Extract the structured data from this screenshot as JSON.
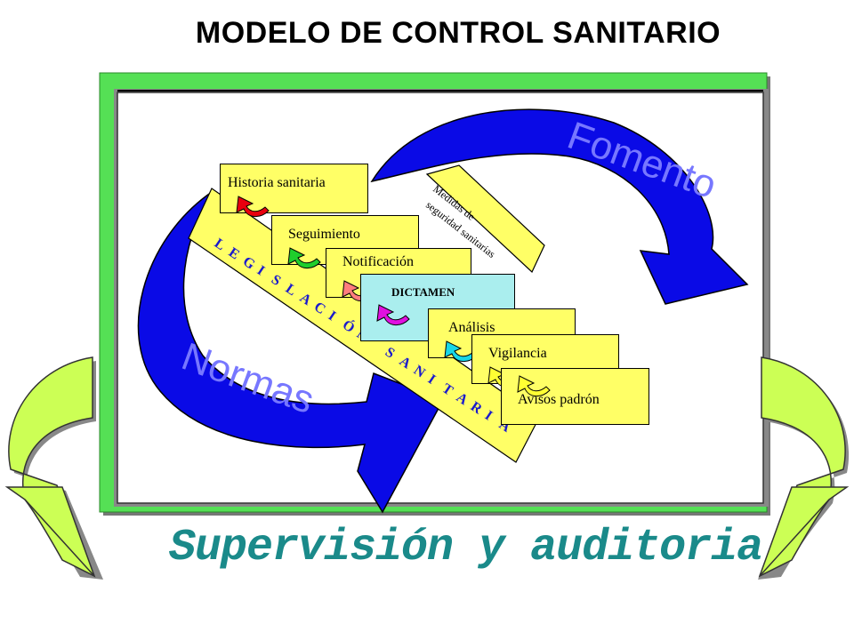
{
  "title": "MODELO DE CONTROL SANITARIO",
  "subtitle": "Supervisión y auditoria",
  "cycle_labels": {
    "fomento": "Fomento",
    "normas": "Normas"
  },
  "band_text": "LEGISLACIÓN SANITARIA",
  "medidas": [
    "Medidas de",
    "seguridad sanitarias"
  ],
  "steps": [
    {
      "label": "Historia sanitaria",
      "arrow_color": "#e8000e"
    },
    {
      "label": "Seguimiento",
      "arrow_color": "#1fce2c"
    },
    {
      "label": "Notificación",
      "arrow_color": "#ff7d7d"
    },
    {
      "label": "DICTAMEN",
      "arrow_color": "#e010e0"
    },
    {
      "label": "Análisis",
      "arrow_color": "#18d6e6"
    },
    {
      "label": "Vigilancia",
      "arrow_color": "#ffff33"
    },
    {
      "label": "Avisos padrón",
      "arrow_color": "#ffff33"
    }
  ],
  "colors": {
    "frame_green": "#55e055",
    "cycle_blue": "#0a0ae6",
    "band_yellow": "#ffff66",
    "side_arrow": "#ccff55",
    "dictamen_bg": "#aaeeee",
    "subtitle_teal": "#1a8a8a"
  }
}
